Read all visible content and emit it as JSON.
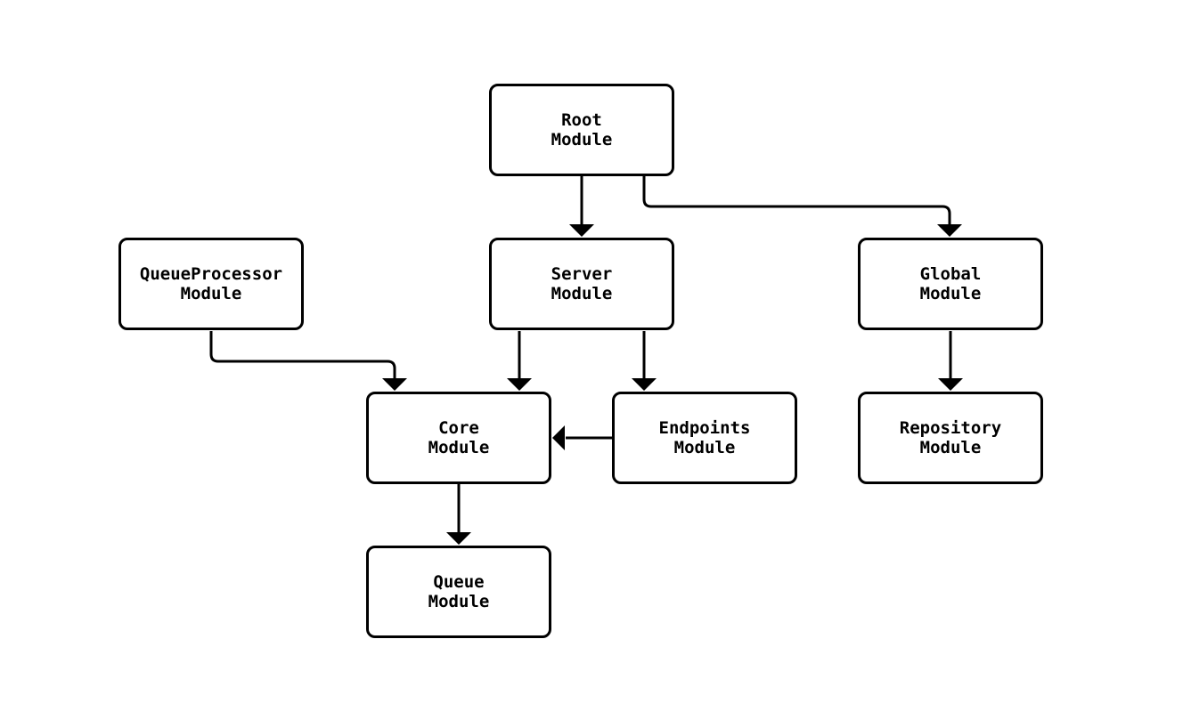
{
  "diagram": {
    "type": "flowchart",
    "background_color": "#ffffff",
    "node_fill_color": "#ffffff",
    "node_border_color": "#000000",
    "edge_color": "#000000",
    "nodes": [
      {
        "id": "root",
        "label": "Root\nModule"
      },
      {
        "id": "queueprocessor",
        "label": "QueueProcessor\nModule"
      },
      {
        "id": "server",
        "label": "Server\nModule"
      },
      {
        "id": "global",
        "label": "Global\nModule"
      },
      {
        "id": "core",
        "label": "Core\nModule"
      },
      {
        "id": "endpoints",
        "label": "Endpoints\nModule"
      },
      {
        "id": "repository",
        "label": "Repository\nModule"
      },
      {
        "id": "queue",
        "label": "Queue\nModule"
      }
    ],
    "edges": [
      {
        "from": "Root Module",
        "to": "Server Module"
      },
      {
        "from": "Root Module",
        "to": "Global Module"
      },
      {
        "from": "Server Module",
        "to": "Core Module"
      },
      {
        "from": "Server Module",
        "to": "Endpoints Module"
      },
      {
        "from": "QueueProcessor Module",
        "to": "Core Module"
      },
      {
        "from": "Endpoints Module",
        "to": "Core Module"
      },
      {
        "from": "Global Module",
        "to": "Repository Module"
      },
      {
        "from": "Core Module",
        "to": "Queue Module"
      }
    ]
  }
}
